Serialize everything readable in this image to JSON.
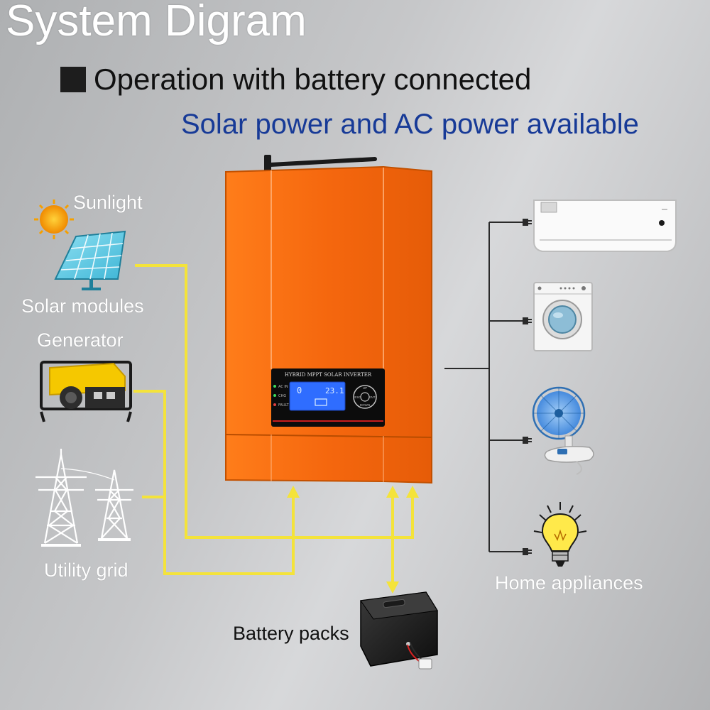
{
  "title": "System Digram",
  "subtitle": "Operation with battery connected",
  "mode": "Solar power and AC power available",
  "sources": {
    "sunlight": "Sunlight",
    "solar": "Solar modules",
    "generator": "Generator",
    "grid": "Utility grid",
    "battery": "Battery packs"
  },
  "loads": {
    "label": "Home appliances",
    "items": [
      "air-conditioner",
      "washing-machine",
      "electric-fan",
      "light-bulb"
    ]
  },
  "inverter": {
    "panel_title": "HYBRID MPPT SOLAR INVERTER",
    "lcd_left": "0",
    "lcd_right": "23.1",
    "indicators": [
      "AC IN",
      "CHG",
      "FAULT"
    ],
    "buttons": [
      "UP",
      "ENT",
      "ESC",
      "DOWN"
    ]
  },
  "colors": {
    "inverter_body": "#f06a0e",
    "power_line": "#f4e33a",
    "mode_text": "#173a97",
    "lcd": "#2f6dff"
  }
}
